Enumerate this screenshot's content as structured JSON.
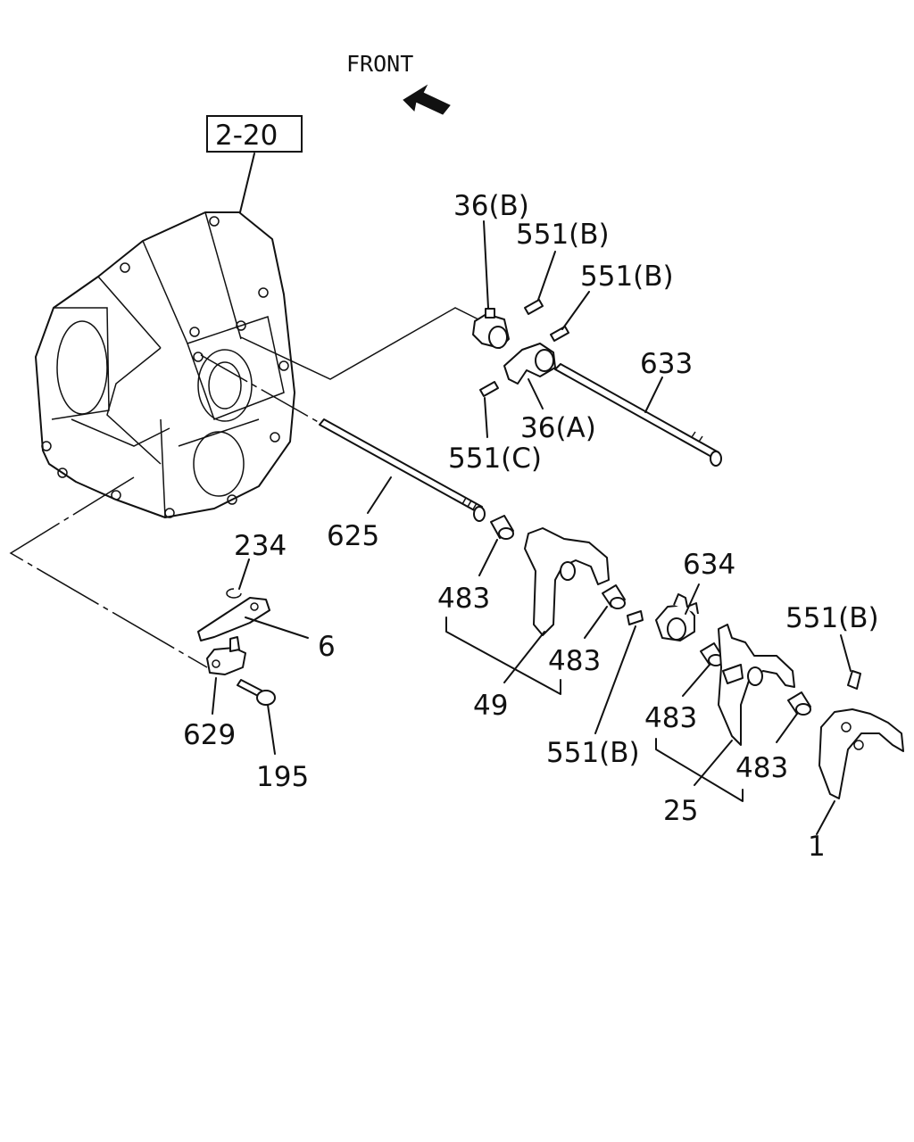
{
  "direction_label": "FRONT",
  "ref_box": "2-20",
  "callouts": {
    "p36b": "36(B)",
    "p551b_1": "551(B)",
    "p551b_2": "551(B)",
    "p633": "633",
    "p36a": "36(A)",
    "p551c": "551(C)",
    "p625": "625",
    "p234": "234",
    "p6": "6",
    "p629": "629",
    "p195": "195",
    "p483_1": "483",
    "p483_2": "483",
    "p49": "49",
    "p634": "634",
    "p551b_3": "551(B)",
    "p551b_4": "551(B)",
    "p483_3": "483",
    "p483_4": "483",
    "p25": "25",
    "p1": "1"
  }
}
